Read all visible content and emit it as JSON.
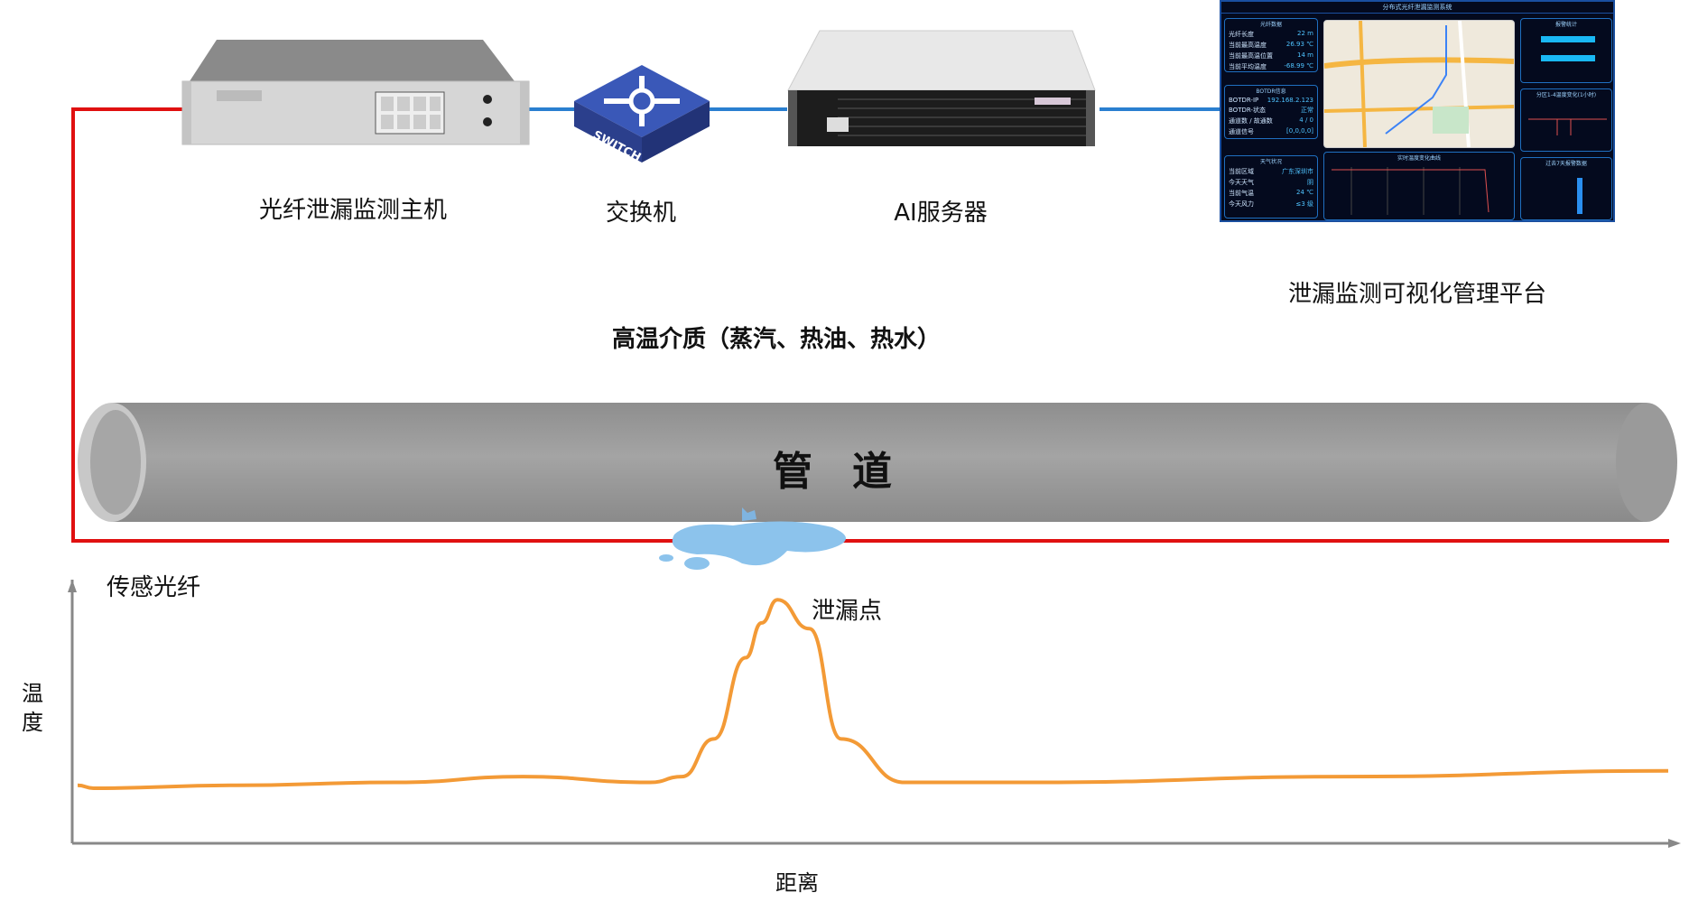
{
  "devices": {
    "host_label": "光纤泄漏监测主机",
    "switch_label": "交换机",
    "switch_text": "SWITCH",
    "server_label": "AI服务器",
    "platform_label": "泄漏监测可视化管理平台"
  },
  "medium_label": "高温介质（蒸汽、热油、热水）",
  "pipe_label": "管　道",
  "fiber_label": "传感光纤",
  "leak_label": "泄漏点",
  "axis": {
    "y_label": "温度",
    "x_label": "距离"
  },
  "dashboard": {
    "title": "分布式光纤泄漏监测系统",
    "panels": [
      {
        "title": "光纤数据",
        "rows": [
          [
            "光纤长度",
            "22 m"
          ],
          [
            "当前最高温度",
            "26.93 ℃"
          ],
          [
            "当前最高温位置",
            "14 m"
          ],
          [
            "当前平均温度",
            "-68.99 ℃"
          ]
        ]
      },
      {
        "title": "BOTDR信息",
        "rows": [
          [
            "BOTDR-IP",
            "192.168.2.123"
          ],
          [
            "BOTDR-状态",
            "正常"
          ],
          [
            "通道数 / 故通数",
            "4 / 0"
          ],
          [
            "通道信号",
            "[0,0,0,0]"
          ]
        ]
      },
      {
        "title": "天气状况",
        "rows": [
          [
            "当前区域",
            "广东深圳市"
          ],
          [
            "今天天气",
            "阴"
          ],
          [
            "当前气温",
            "24 ℃"
          ],
          [
            "今天风力",
            "≤3 级"
          ]
        ]
      }
    ],
    "right_titles": [
      "报警统计",
      "分区1-4温度变化(1小时)",
      "过去7天报警数据"
    ],
    "center_chart_title": "实时温度变化曲线"
  },
  "chart_data": {
    "type": "line",
    "xlabel": "距离",
    "ylabel": "温度",
    "series": [
      {
        "name": "传感光纤温度",
        "x": [
          0,
          1,
          10,
          20,
          28,
          36,
          38,
          40,
          42,
          43,
          44,
          46,
          48,
          52,
          60,
          80,
          100
        ],
        "y": [
          10,
          9.5,
          10,
          10.5,
          11.5,
          10.5,
          11.5,
          18,
          32,
          38,
          42,
          37,
          18,
          10.5,
          10.5,
          11.5,
          12.5
        ]
      }
    ],
    "ylim": [
      0,
      100
    ],
    "xlim": [
      0,
      100
    ],
    "annotation": "泄漏点"
  }
}
